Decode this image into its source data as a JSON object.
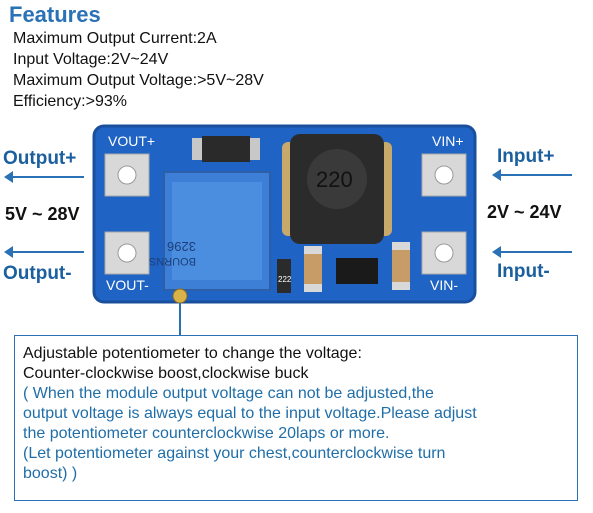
{
  "features": {
    "title": "Features",
    "specs": [
      "Maximum Output Current:2A",
      "Input Voltage:2V~24V",
      "Maximum Output Voltage:>5V~28V",
      "Efficiency:>93%"
    ]
  },
  "left_side": {
    "output_plus": "Output+",
    "output_minus": "Output-",
    "voltage_range": "5V ~ 28V"
  },
  "right_side": {
    "input_plus": "Input+",
    "input_minus": "Input-",
    "voltage_range": "2V ~ 24V"
  },
  "board": {
    "vout_plus": "VOUT+",
    "vout_minus": "VOUT-",
    "vin_plus": "VIN+",
    "vin_minus": "VIN-",
    "inductor_marking": "220",
    "potentiometer_marking_1": "3296",
    "potentiometer_marking_2": "BOURNS",
    "resistor_marking": "222",
    "colors": {
      "pcb": "#1f63c4",
      "pcb_edge": "#1a4f9e",
      "pad": "#d8d8d8",
      "inductor": "#2b2b2b",
      "potentiometer": "#3d7fd6"
    }
  },
  "note": {
    "lines_dark": [
      "Adjustable potentiometer to change the voltage:",
      "Counter-clockwise boost,clockwise buck"
    ],
    "lines_blue": [
      "( When the module output voltage can not be adjusted,the",
      "output voltage is always equal to the input voltage.Please adjust",
      "the potentiometer counterclockwise 20laps or more.",
      "(Let potentiometer against your chest,counterclockwise turn",
      "boost) )"
    ]
  }
}
